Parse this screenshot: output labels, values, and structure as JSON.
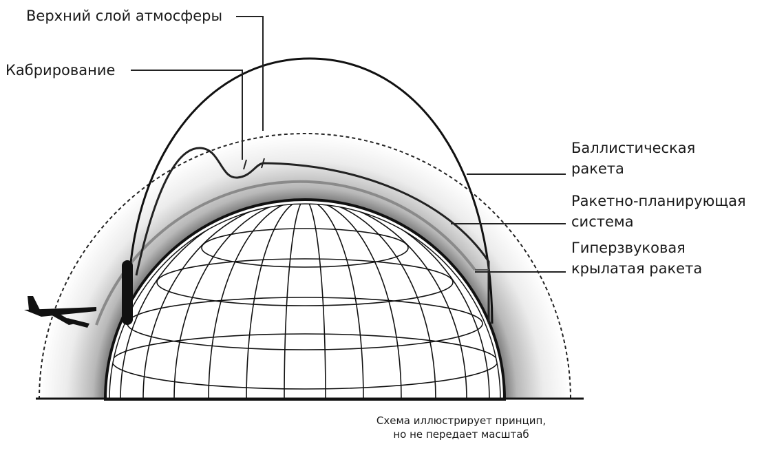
{
  "labels": {
    "upper_atmosphere": "Верхний слой атмосферы",
    "pull_up": "Кабрирование",
    "ballistic_line1": "Баллистическая",
    "ballistic_line2": "ракета",
    "glide_line1": "Ракетно-планирующая",
    "glide_line2": "система",
    "cruise_line1": "Гиперзвуковая",
    "cruise_line2": "крылатая ракета"
  },
  "note": {
    "line1": "Схема иллюстрирует принцип,",
    "line2": "но не передает масштаб"
  }
}
